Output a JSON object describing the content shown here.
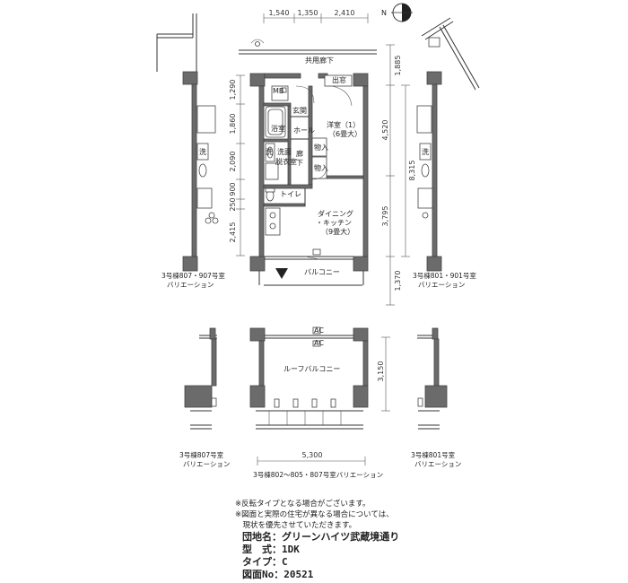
{
  "dimensions_top": [
    "1,540",
    "1,350",
    "2,410"
  ],
  "dimensions_left": [
    "1,290",
    "1,860",
    "2,090",
    "900",
    "250",
    "2,415"
  ],
  "dimensions_right": [
    "1,885",
    "4,520",
    "3,795",
    "1,370"
  ],
  "dimension_total_right": "8,315",
  "dimension_roof_depth": "3,150",
  "dimension_roof_width": "5,300",
  "rooms": {
    "corridor": "共用廊下",
    "exit_window": "出窓",
    "mb": "MB",
    "entrance": "玄関",
    "bath": "浴室",
    "hall": "ホール",
    "western_room_1": "洋室（1）",
    "western_room_1_size": "（6畳大）",
    "storage_a": "物入",
    "wash": "洗",
    "dressing_1": "洗面",
    "dressing_2": "脱衣室",
    "hallway_1": "廊",
    "hallway_2": "下",
    "storage_b": "物入",
    "toilet": "トイレ",
    "dining_1": "ダイニング",
    "dining_2": "・キッチン",
    "dining_size": "（9畳大）",
    "balcony": "バルコニー",
    "roof_balcony": "ルーフバルコニー",
    "wash_left": "洗",
    "wash_right": "洗",
    "aircon_a": "AC",
    "aircon_b": "AC"
  },
  "captions": {
    "var_left_top_1": "3号棟807・907号室",
    "var_left_top_2": "バリエーション",
    "var_right_top_1": "3号棟801・901号室",
    "var_right_top_2": "バリエーション",
    "var_left_bottom_1": "3号棟807号室",
    "var_left_bottom_2": "バリエーション",
    "var_right_bottom_1": "3号棟801号室",
    "var_right_bottom_2": "バリエーション",
    "var_center_bottom": "3号棟802～805・807号室バリエーション"
  },
  "compass": "N",
  "notes": [
    "※反転タイプとなる場合がございます。",
    "※図面と実際の住宅が異なる場合については、",
    "　現状を優先させていただきます。"
  ],
  "info": [
    "団地名：グリーンハイツ武蔵境通り",
    "型　式：1DK",
    "タイプ：C",
    "図面No：20521"
  ]
}
